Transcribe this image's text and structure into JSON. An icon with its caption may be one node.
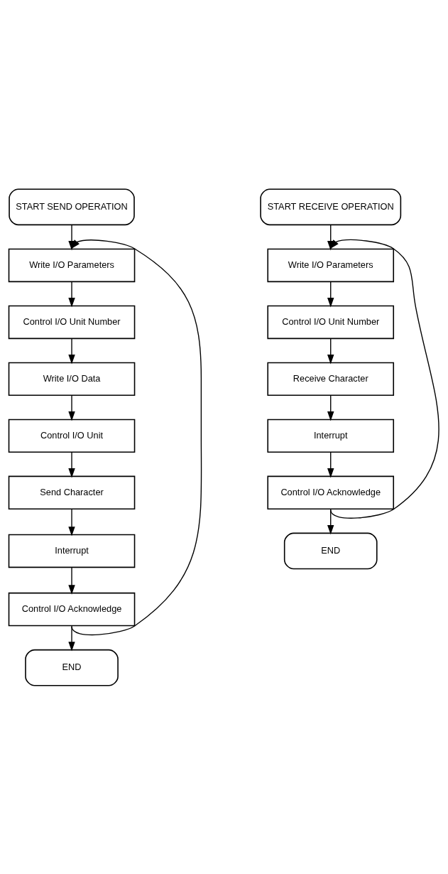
{
  "diagram": {
    "nodes": [
      {
        "text": [
          "START SEND OPERATION"
        ]
      },
      {
        "text": [
          "Write I/O Parameters"
        ]
      },
      {
        "text": [
          "Control I/O Unit Number"
        ]
      },
      {
        "text": [
          "Write I/O Data"
        ]
      },
      {
        "text": [
          "Control I/O Unit"
        ]
      },
      {
        "text": [
          "Send Character"
        ]
      },
      {
        "text": [
          "Interrupt"
        ]
      },
      {
        "text": [
          "Control I/O Acknowledge"
        ]
      },
      {
        "text": [
          "END"
        ]
      },
      {
        "text": [
          "START RECEIVE OPERATION"
        ]
      },
      {
        "text": [
          "Write I/O Parameters"
        ]
      },
      {
        "text": [
          "Control I/O Unit Number"
        ]
      },
      {
        "text": [
          "Receive Character"
        ]
      },
      {
        "text": [
          "Interrupt"
        ]
      },
      {
        "text": [
          "Control I/O Acknowledge"
        ]
      },
      {
        "text": [
          "END"
        ]
      }
    ],
    "edges": [
      {
        "from": 0,
        "to": 1,
        "arrow": "to"
      },
      {
        "from": 1,
        "to": 2,
        "arrow": "to"
      },
      {
        "from": 2,
        "to": 3,
        "arrow": "to"
      },
      {
        "from": 3,
        "to": 4,
        "arrow": "to"
      },
      {
        "from": 4,
        "to": 5,
        "arrow": "to"
      },
      {
        "from": 5,
        "to": 6,
        "arrow": "to"
      },
      {
        "from": 6,
        "to": 7,
        "arrow": "to"
      },
      {
        "from": 7,
        "to": 8,
        "arrow": "to"
      },
      {
        "from": 7,
        "to": 1,
        "arrow": "to"
      },
      {
        "from": 9,
        "to": 10,
        "arrow": "to"
      },
      {
        "from": 10,
        "to": 11,
        "arrow": "to"
      },
      {
        "from": 11,
        "to": 12,
        "arrow": "to"
      },
      {
        "from": 12,
        "to": 13,
        "arrow": "to"
      },
      {
        "from": 13,
        "to": 14,
        "arrow": "to"
      },
      {
        "from": 14,
        "to": 15,
        "arrow": "to"
      },
      {
        "from": 14,
        "to": 10,
        "arrow": "to"
      }
    ]
  }
}
